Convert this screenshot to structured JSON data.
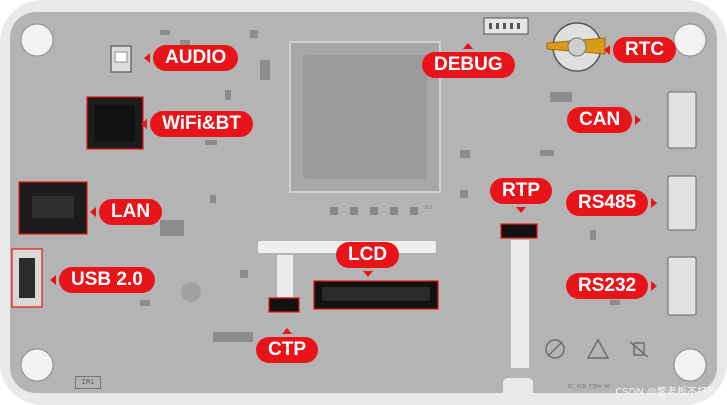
{
  "board": {
    "colors": {
      "pcb": "#b4b4b4",
      "border": "#e9e9e9",
      "accent": "#e8141a",
      "text": "#ffffff",
      "chip": "#1c1c1c"
    },
    "silkscreen": {
      "board_version": "IM1",
      "pcb_code": "EC_PCB_T304_V0",
      "chip_id": "U12"
    }
  },
  "labels": {
    "audio": "AUDIO",
    "wifi_bt": "WiFi&BT",
    "lan": "LAN",
    "usb": "USB 2.0",
    "lcd": "LCD",
    "ctp": "CTP",
    "debug": "DEBUG",
    "rtc": "RTC",
    "rtp": "RTP",
    "can": "CAN",
    "rs485": "RS485",
    "rs232": "RS232"
  },
  "watermark": "CSDN @鳖老板不打巴"
}
